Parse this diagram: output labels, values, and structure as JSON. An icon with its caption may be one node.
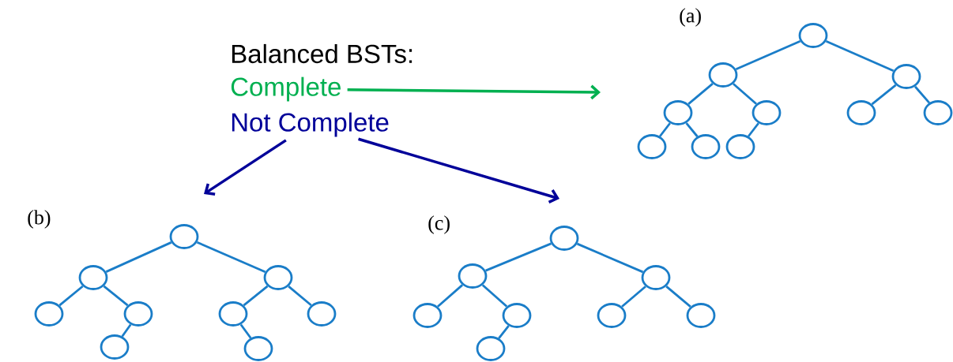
{
  "diagram": {
    "nodes": [
      {
        "text": [
          "Complete"
        ]
      },
      {
        "text": [
          "Not Complete"
        ]
      },
      {
        "text": [],
        "shape": "circle"
      },
      {
        "text": [],
        "shape": "circle"
      },
      {
        "text": [],
        "shape": "circle"
      },
      {
        "text": [],
        "shape": "circle"
      },
      {
        "text": [],
        "shape": "circle"
      },
      {
        "text": [],
        "shape": "circle"
      },
      {
        "text": [],
        "shape": "circle"
      },
      {
        "text": [],
        "shape": "circle"
      },
      {
        "text": [],
        "shape": "circle"
      },
      {
        "text": [],
        "shape": "circle"
      },
      {
        "text": [],
        "shape": "circle"
      },
      {
        "text": [],
        "shape": "circle"
      },
      {
        "text": [],
        "shape": "circle"
      },
      {
        "text": [],
        "shape": "circle"
      },
      {
        "text": [],
        "shape": "circle"
      },
      {
        "text": [],
        "shape": "circle"
      },
      {
        "text": [],
        "shape": "circle"
      },
      {
        "text": [],
        "shape": "circle"
      },
      {
        "text": [],
        "shape": "circle"
      },
      {
        "text": [],
        "shape": "circle"
      },
      {
        "text": [],
        "shape": "circle"
      },
      {
        "text": [],
        "shape": "circle"
      },
      {
        "text": [],
        "shape": "circle"
      },
      {
        "text": [],
        "shape": "circle"
      },
      {
        "text": [],
        "shape": "circle"
      },
      {
        "text": [],
        "shape": "circle"
      },
      {
        "text": [],
        "shape": "circle"
      }
    ],
    "edges": [
      {
        "from": 0,
        "to": null,
        "arrow": "to",
        "color": "#00b050"
      },
      {
        "from": 1,
        "to": null,
        "arrow": "to",
        "color": "#000099"
      },
      {
        "from": 1,
        "to": null,
        "arrow": "to",
        "color": "#000099"
      },
      {
        "from": 2,
        "to": 3,
        "arrow": "none"
      },
      {
        "from": 2,
        "to": 4,
        "arrow": "none"
      },
      {
        "from": 3,
        "to": 5,
        "arrow": "none"
      },
      {
        "from": 3,
        "to": 6,
        "arrow": "none"
      },
      {
        "from": 4,
        "to": 7,
        "arrow": "none"
      },
      {
        "from": 4,
        "to": 8,
        "arrow": "none"
      },
      {
        "from": 5,
        "to": 9,
        "arrow": "none"
      },
      {
        "from": 5,
        "to": 10,
        "arrow": "none"
      },
      {
        "from": 6,
        "to": 11,
        "arrow": "none"
      },
      {
        "from": 12,
        "to": 13,
        "arrow": "none"
      },
      {
        "from": 12,
        "to": 14,
        "arrow": "none"
      },
      {
        "from": 13,
        "to": 15,
        "arrow": "none"
      },
      {
        "from": 13,
        "to": 16,
        "arrow": "none"
      },
      {
        "from": 14,
        "to": 17,
        "arrow": "none"
      },
      {
        "from": 14,
        "to": 18,
        "arrow": "none"
      },
      {
        "from": 16,
        "to": 19,
        "arrow": "none"
      },
      {
        "from": 17,
        "to": 20,
        "arrow": "none"
      },
      {
        "from": 21,
        "to": 22,
        "arrow": "none"
      },
      {
        "from": 21,
        "to": 23,
        "arrow": "none"
      },
      {
        "from": 22,
        "to": 24,
        "arrow": "none"
      },
      {
        "from": 22,
        "to": 25,
        "arrow": "none"
      },
      {
        "from": 23,
        "to": 26,
        "arrow": "none"
      },
      {
        "from": 23,
        "to": 27,
        "arrow": "none"
      },
      {
        "from": 25,
        "to": 28,
        "arrow": "none"
      }
    ],
    "labels": [
      "(a)",
      "Balanced BSTs:",
      "(b)",
      "(c)"
    ]
  }
}
